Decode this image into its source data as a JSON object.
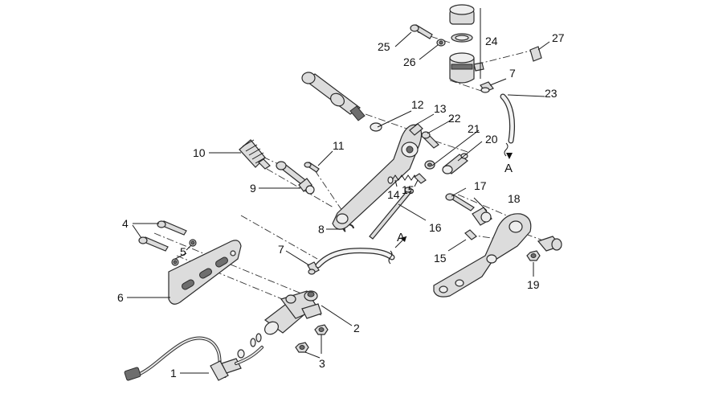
{
  "diagram": {
    "labels": {
      "p1": "1",
      "p2": "2",
      "p3": "3",
      "p4": "4",
      "p5": "5",
      "p6": "6",
      "p7a": "7",
      "p7b": "7",
      "p8": "8",
      "p9": "9",
      "p10": "10",
      "p11": "11",
      "p12": "12",
      "p13": "13",
      "p14": "14",
      "p15a": "15",
      "p15b": "15",
      "p16": "16",
      "p17": "17",
      "p18": "18",
      "p19": "19",
      "p20": "20",
      "p21": "21",
      "p22": "22",
      "p23": "23",
      "p24": "24",
      "p25": "25",
      "p26": "26",
      "p27": "27",
      "conn_a_left": "A",
      "conn_a_right": "A"
    }
  }
}
